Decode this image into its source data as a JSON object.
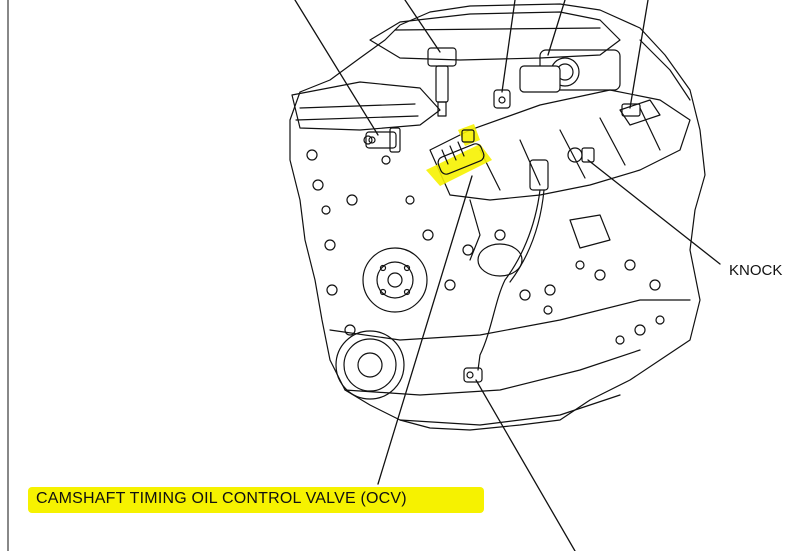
{
  "labels": {
    "knock": "KNOCK",
    "ocv": "CAMSHAFT TIMING OIL CONTROL VALVE (OCV)"
  },
  "colors": {
    "highlight": "#f6f200",
    "line": "#111111"
  },
  "icons": [
    "engine-drawing",
    "ignition-coil",
    "cam-position-sensor",
    "ocv-valve",
    "knock-sensor",
    "crank-sensor",
    "water-pump-pulley",
    "crank-pulley"
  ]
}
